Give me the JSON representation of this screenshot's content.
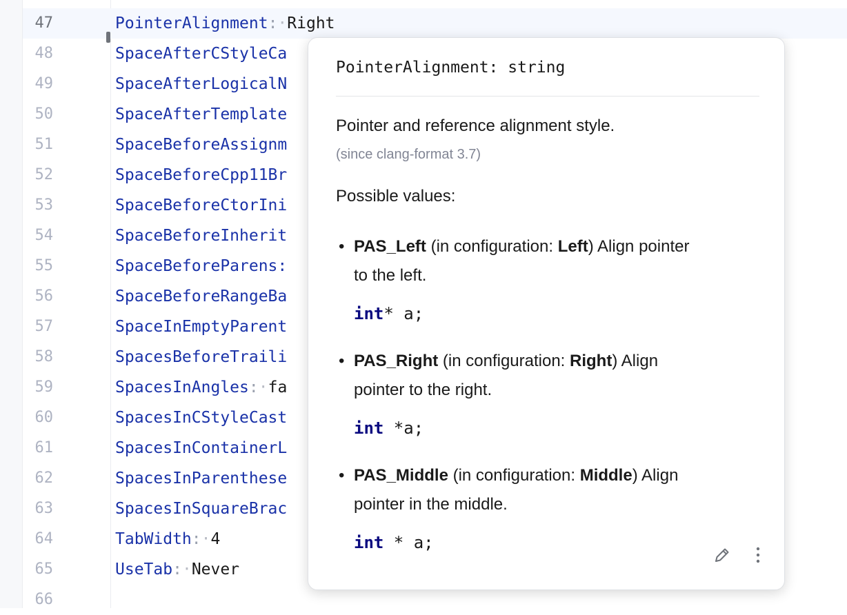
{
  "editor": {
    "lines": [
      {
        "num": "47",
        "key": "PointerAlignment",
        "value": "Right",
        "active": true
      },
      {
        "num": "48",
        "key": "SpaceAfterCStyleCa",
        "value": ""
      },
      {
        "num": "49",
        "key": "SpaceAfterLogicalN",
        "value": ""
      },
      {
        "num": "50",
        "key": "SpaceAfterTemplate",
        "value": ""
      },
      {
        "num": "51",
        "key": "SpaceBeforeAssignm",
        "value": ""
      },
      {
        "num": "52",
        "key": "SpaceBeforeCpp11Br",
        "value": ""
      },
      {
        "num": "53",
        "key": "SpaceBeforeCtorIni",
        "value": ""
      },
      {
        "num": "54",
        "key": "SpaceBeforeInherit",
        "value": ""
      },
      {
        "num": "55",
        "key": "SpaceBeforeParens:",
        "value": ""
      },
      {
        "num": "56",
        "key": "SpaceBeforeRangeBa",
        "value": ""
      },
      {
        "num": "57",
        "key": "SpaceInEmptyParent",
        "value": ""
      },
      {
        "num": "58",
        "key": "SpacesBeforeTraili",
        "value": ""
      },
      {
        "num": "59",
        "key": "SpacesInAngles",
        "value": "fa"
      },
      {
        "num": "60",
        "key": "SpacesInCStyleCast",
        "value": ""
      },
      {
        "num": "61",
        "key": "SpacesInContainerL",
        "value": ""
      },
      {
        "num": "62",
        "key": "SpacesInParenthese",
        "value": ""
      },
      {
        "num": "63",
        "key": "SpacesInSquareBrac",
        "value": ""
      },
      {
        "num": "64",
        "key": "TabWidth",
        "value": "4"
      },
      {
        "num": "65",
        "key": "UseTab",
        "value": "Never"
      },
      {
        "num": "66",
        "key": "",
        "value": ""
      }
    ]
  },
  "popup": {
    "signature": "PointerAlignment: string",
    "description": "Pointer and reference alignment style.",
    "since": "(since clang-format 3.7)",
    "possible_values_label": "Possible values:",
    "values": [
      {
        "name": "PAS_Left",
        "config_prefix": "(in configuration: ",
        "config": "Left",
        "config_suffix": ")",
        "line1_rest": " Align pointer",
        "line2": "to the left.",
        "code_kw": "int",
        "code_rest": "* a;"
      },
      {
        "name": "PAS_Right",
        "config_prefix": "(in configuration: ",
        "config": "Right",
        "config_suffix": ")",
        "line1_rest": " Align",
        "line2": "pointer to the right.",
        "code_kw": "int",
        "code_rest": " *a;"
      },
      {
        "name": "PAS_Middle",
        "config_prefix": "(in configuration: ",
        "config": "Middle",
        "config_suffix": ")",
        "line1_rest": " Align",
        "line2": "pointer in the middle.",
        "code_kw": "int",
        "code_rest": " * a;"
      }
    ],
    "actions": {
      "edit_icon": "pencil-icon",
      "more_icon": "more-vertical-icon"
    }
  },
  "colors": {
    "key": "#1a32a8",
    "code_keyword": "#0b0b80",
    "line_number": "#aeb3c2",
    "current_line_bg": "#f5f8fe"
  }
}
